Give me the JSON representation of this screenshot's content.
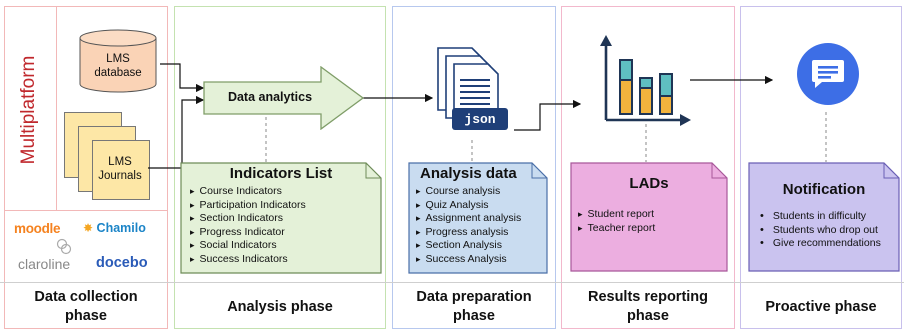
{
  "data_collection": {
    "side_title": "Multiplatform",
    "lms_database": "LMS database",
    "lms_journals": "LMS Journals",
    "logos": [
      "moodle",
      "Chamilo",
      "claroline",
      "docebo"
    ],
    "phase": "Data collection phase"
  },
  "analysis": {
    "arrow_label": "Data analytics",
    "list_title": "Indicators List",
    "items": [
      "Course Indicators",
      "Participation Indicators",
      "Section Indicators",
      "Progress Indicator",
      "Social Indicators",
      "Success Indicators"
    ],
    "phase": "Analysis phase"
  },
  "preparation": {
    "json_label": "json",
    "title": "Analysis data",
    "items": [
      "Course analysis",
      "Quiz Analysis",
      "Assignment analysis",
      "Progress analysis",
      "Section Analysis",
      "Success Analysis"
    ],
    "phase": "Data preparation phase"
  },
  "results": {
    "title": "LADs",
    "items": [
      "Student report",
      "Teacher report"
    ],
    "phase": "Results reporting phase"
  },
  "proactive": {
    "title": "Notification",
    "items": [
      "Students in difficulty",
      "Students who drop out",
      "Give recommendations"
    ],
    "phase": "Proactive phase"
  },
  "colors": {
    "col1_border": "#f2b8b8",
    "col2_border": "#c4e2b0",
    "col3_border": "#b7c8ee",
    "col4_border": "#f2b8cc",
    "col5_border": "#c8c0ec",
    "indicators_fill": "#e4f1d8",
    "analysis_fill": "#c9dcf0",
    "lads_fill": "#ecaee0",
    "notification_fill": "#cac3ef",
    "cylinder_fill": "#fad3b6",
    "journal_fill": "#fde7a6",
    "multiplatform_text": "#c0282d",
    "bell_blue": "#3d6ee6"
  }
}
